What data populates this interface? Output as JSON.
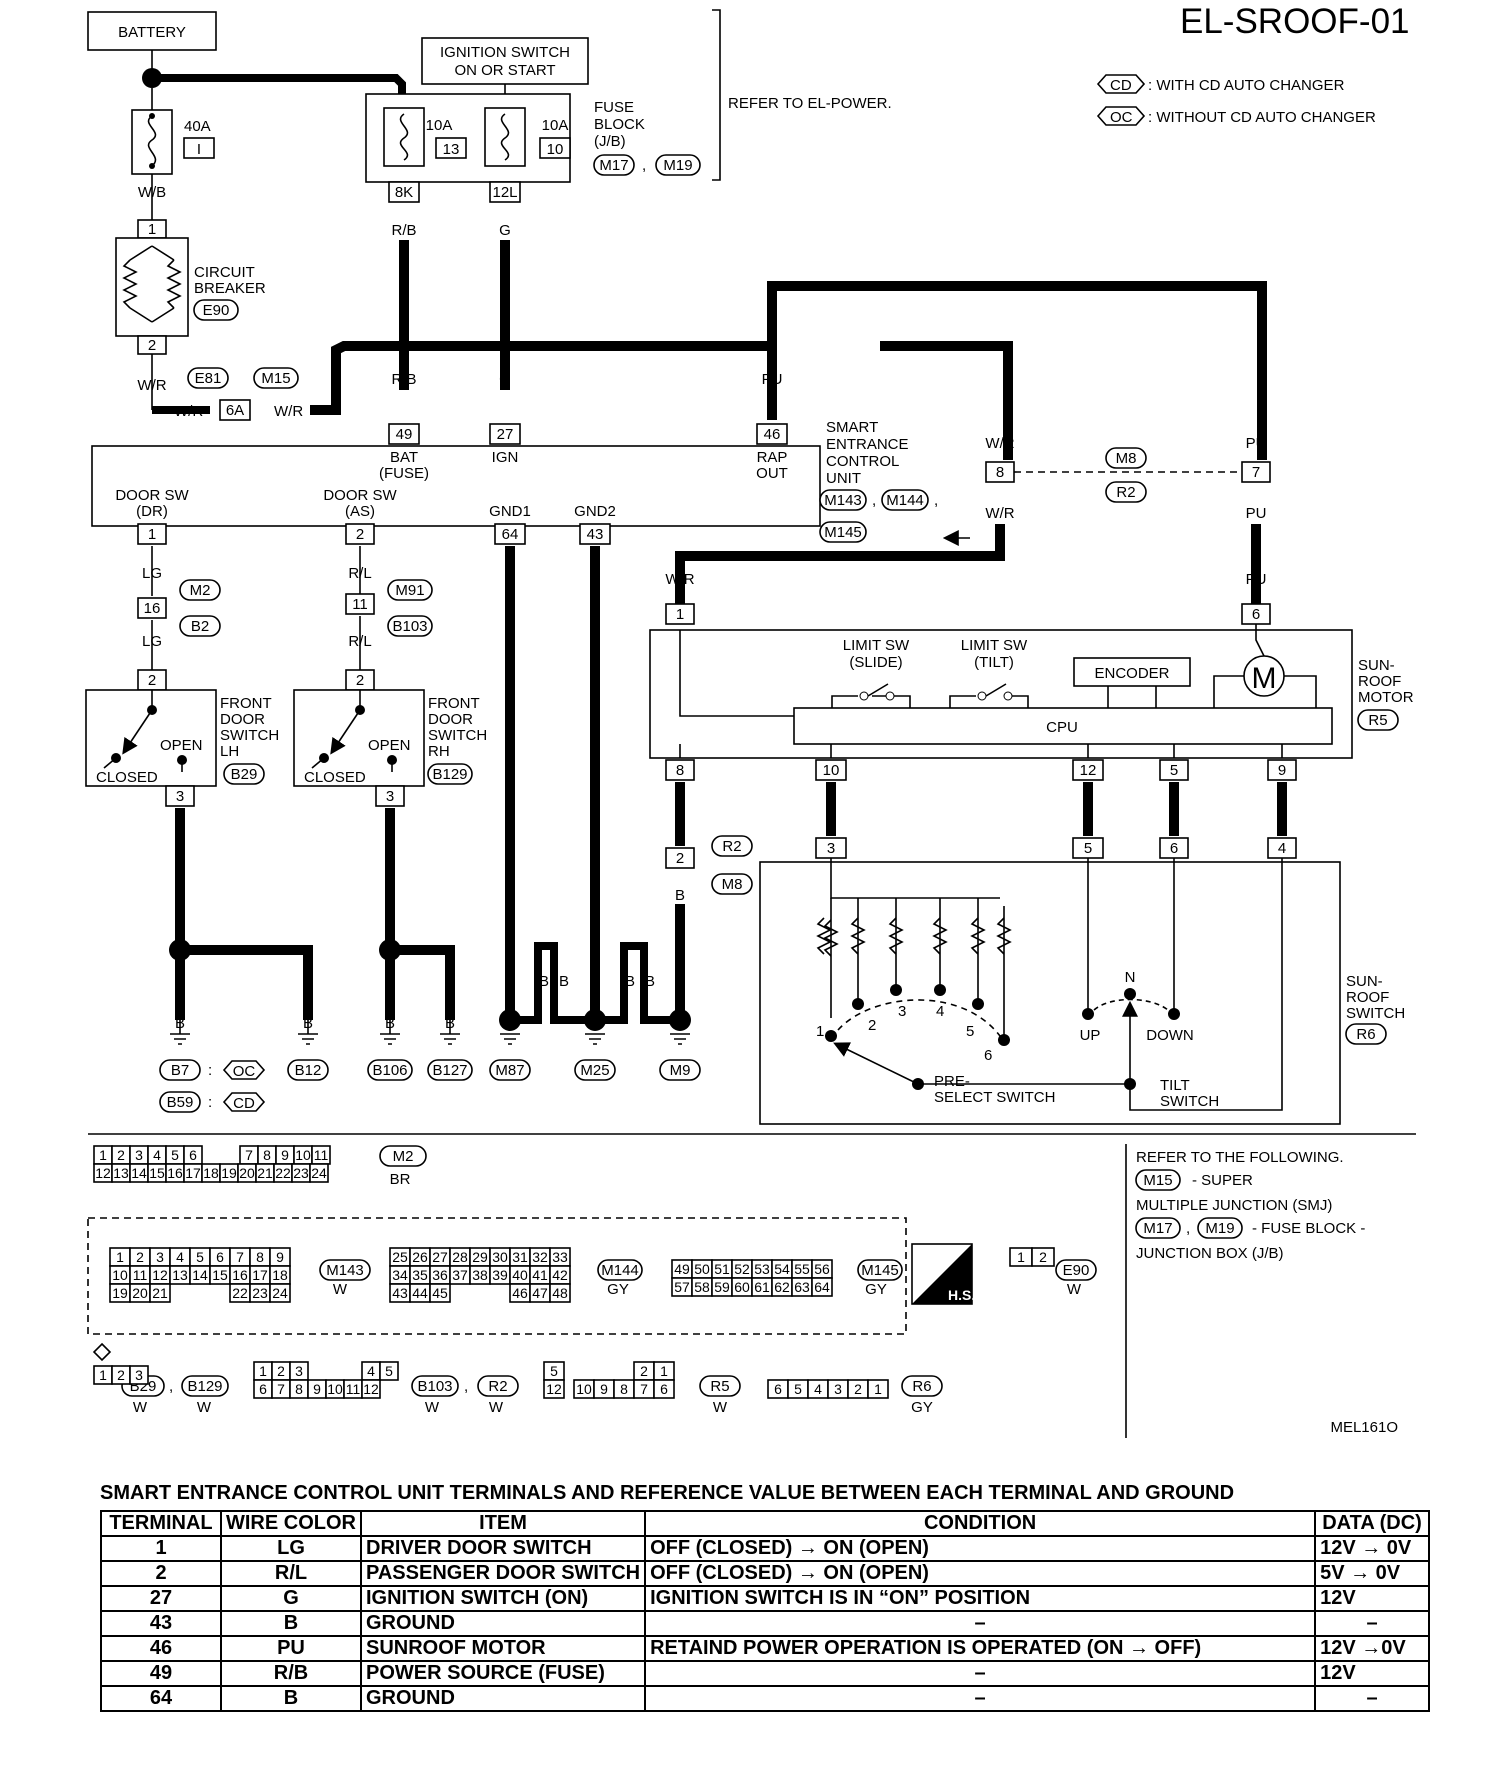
{
  "title": "EL-SROOF-01",
  "legend": {
    "cd_code": "CD",
    "cd_text": ": WITH CD AUTO CHANGER",
    "oc_code": "OC",
    "oc_text": ": WITHOUT CD AUTO CHANGER"
  },
  "labels": {
    "battery": "BATTERY",
    "ign_1": "IGNITION SWITCH",
    "ign_2": "ON OR START",
    "fuse_block_1": "FUSE",
    "fuse_block_2": "BLOCK",
    "fuse_block_3": "(J/B)",
    "refer_power": "REFER TO EL-POWER.",
    "fuse_40a": "40A",
    "fuse_40a_no": "I",
    "fuse_10a": "10A",
    "fuse_13": "13",
    "fuse_10": "10",
    "term_8k": "8K",
    "term_12l": "12L",
    "cb_1": "CIRCUIT",
    "cb_2": "BREAKER",
    "e90": "E90",
    "e81": "E81",
    "m15": "M15",
    "m17": "M17",
    "m19": "M19",
    "t6a": "6A",
    "scu_1": "SMART",
    "scu_2": "ENTRANCE",
    "scu_3": "CONTROL",
    "scu_4": "UNIT",
    "m143": "M143",
    "m144": "M144",
    "m145": "M145",
    "bat": "BAT",
    "fuse_paren": "(FUSE)",
    "ign": "IGN",
    "rap": "RAP",
    "out": "OUT",
    "door_sw": "DOOR SW",
    "dr": "(DR)",
    "as": "(AS)",
    "gnd1": "GND1",
    "gnd2": "GND2",
    "limit_slide_1": "LIMIT SW",
    "limit_slide_2": "(SLIDE)",
    "limit_tilt_1": "LIMIT SW",
    "limit_tilt_2": "(TILT)",
    "encoder": "ENCODER",
    "motor": "M",
    "cpu": "CPU",
    "srm_1": "SUN-",
    "srm_2": "ROOF",
    "srm_3": "MOTOR",
    "r5": "R5",
    "srs_1": "SUN-",
    "srs_2": "ROOF",
    "srs_3": "SWITCH",
    "r6": "R6",
    "fdsw_1": "FRONT",
    "fdsw_2": "DOOR",
    "fdsw_3": "SWITCH",
    "lh": "LH",
    "rh": "RH",
    "open": "OPEN",
    "closed": "CLOSED",
    "b29": "B29",
    "b129": "B129",
    "m2": "M2",
    "b2": "B2",
    "m91": "M91",
    "b103": "B103",
    "m8": "M8",
    "r2": "R2",
    "up": "UP",
    "down": "DOWN",
    "n": "N",
    "preselect_1": "PRE-",
    "preselect_2": "SELECT SWITCH",
    "tilt_1": "TILT",
    "tilt_2": "SWITCH",
    "b7": "B7",
    "b59": "B59",
    "b12": "B12",
    "b106": "B106",
    "b127": "B127",
    "m87": "M87",
    "m25": "M25",
    "m9": "M9",
    "oc": "OC",
    "cd": "CD",
    "br": "BR",
    "w": "W",
    "gy": "GY",
    "hs": "H.S.",
    "refer_following": "REFER TO THE FOLLOWING.",
    "super": "- SUPER",
    "smj": "MULTIPLE JUNCTION (SMJ)",
    "fb_jb_1": "- FUSE BLOCK -",
    "fb_jb_2": "JUNCTION BOX (J/B)",
    "code": "MEL161O"
  },
  "wires": {
    "wb": "W/B",
    "wr": "W/R",
    "rb": "R/B",
    "g": "G",
    "pu": "PU",
    "lg": "LG",
    "rl": "R/L",
    "b": "B"
  },
  "terminals": {
    "t1": "1",
    "t2": "2",
    "t3": "3",
    "t4": "4",
    "t5": "5",
    "t6": "6",
    "t7": "7",
    "t8": "8",
    "t9": "9",
    "t10": "10",
    "t11": "11",
    "t12": "12",
    "t16": "16",
    "t27": "27",
    "t43": "43",
    "t46": "46",
    "t49": "49",
    "t64": "64"
  },
  "preselect_positions": [
    "1",
    "2",
    "3",
    "4",
    "5",
    "6"
  ],
  "connectors": {
    "m2_top": [
      "1",
      "2",
      "3",
      "4",
      "5",
      "6",
      "7",
      "8",
      "9",
      "10",
      "11"
    ],
    "m2_bot": [
      "12",
      "13",
      "14",
      "15",
      "16",
      "17",
      "18",
      "19",
      "20",
      "21",
      "22",
      "23",
      "24"
    ],
    "m143_r1": [
      "1",
      "2",
      "3",
      "4",
      "5",
      "6",
      "7",
      "8",
      "9"
    ],
    "m143_r2": [
      "10",
      "11",
      "12",
      "13",
      "14",
      "15",
      "16",
      "17",
      "18"
    ],
    "m143_r3": [
      "19",
      "20",
      "21",
      "22",
      "23",
      "24"
    ],
    "m144_r1": [
      "25",
      "26",
      "27",
      "28",
      "29",
      "30",
      "31",
      "32",
      "33"
    ],
    "m144_r2": [
      "34",
      "35",
      "36",
      "37",
      "38",
      "39",
      "40",
      "41",
      "42"
    ],
    "m144_r3": [
      "43",
      "44",
      "45",
      "46",
      "47",
      "48"
    ],
    "m145_r1": [
      "49",
      "50",
      "51",
      "52",
      "53",
      "54",
      "55",
      "56"
    ],
    "m145_r2": [
      "57",
      "58",
      "59",
      "60",
      "61",
      "62",
      "63",
      "64"
    ],
    "e90": [
      "1",
      "2"
    ],
    "b29": [
      "1",
      "2",
      "3"
    ],
    "b103_r1": [
      "1",
      "2",
      "3",
      "4",
      "5"
    ],
    "b103_r2": [
      "6",
      "7",
      "8",
      "9",
      "10",
      "11",
      "12"
    ],
    "r5_r1": [
      "5",
      "2",
      "1"
    ],
    "r5_r2": [
      "12",
      "10",
      "9",
      "8",
      "7",
      "6"
    ],
    "r6": [
      "6",
      "5",
      "4",
      "3",
      "2",
      "1"
    ]
  },
  "table": {
    "title": "SMART ENTRANCE CONTROL UNIT TERMINALS AND REFERENCE VALUE BETWEEN EACH TERMINAL AND GROUND",
    "headers": [
      "TERMINAL",
      "WIRE COLOR",
      "ITEM",
      "CONDITION",
      "DATA (DC)"
    ],
    "rows": [
      [
        "1",
        "LG",
        "DRIVER DOOR SWITCH",
        "OFF (CLOSED) → ON (OPEN)",
        "12V → 0V"
      ],
      [
        "2",
        "R/L",
        "PASSENGER DOOR SWITCH",
        "OFF (CLOSED) → ON (OPEN)",
        "5V → 0V"
      ],
      [
        "27",
        "G",
        "IGNITION SWITCH (ON)",
        "IGNITION SWITCH IS IN “ON” POSITION",
        "12V"
      ],
      [
        "43",
        "B",
        "GROUND",
        "–",
        "–"
      ],
      [
        "46",
        "PU",
        "SUNROOF MOTOR",
        "RETAIND POWER OPERATION IS OPERATED (ON → OFF)",
        "12V →0V"
      ],
      [
        "49",
        "R/B",
        "POWER SOURCE (FUSE)",
        "–",
        "12V"
      ],
      [
        "64",
        "B",
        "GROUND",
        "–",
        "–"
      ]
    ]
  }
}
